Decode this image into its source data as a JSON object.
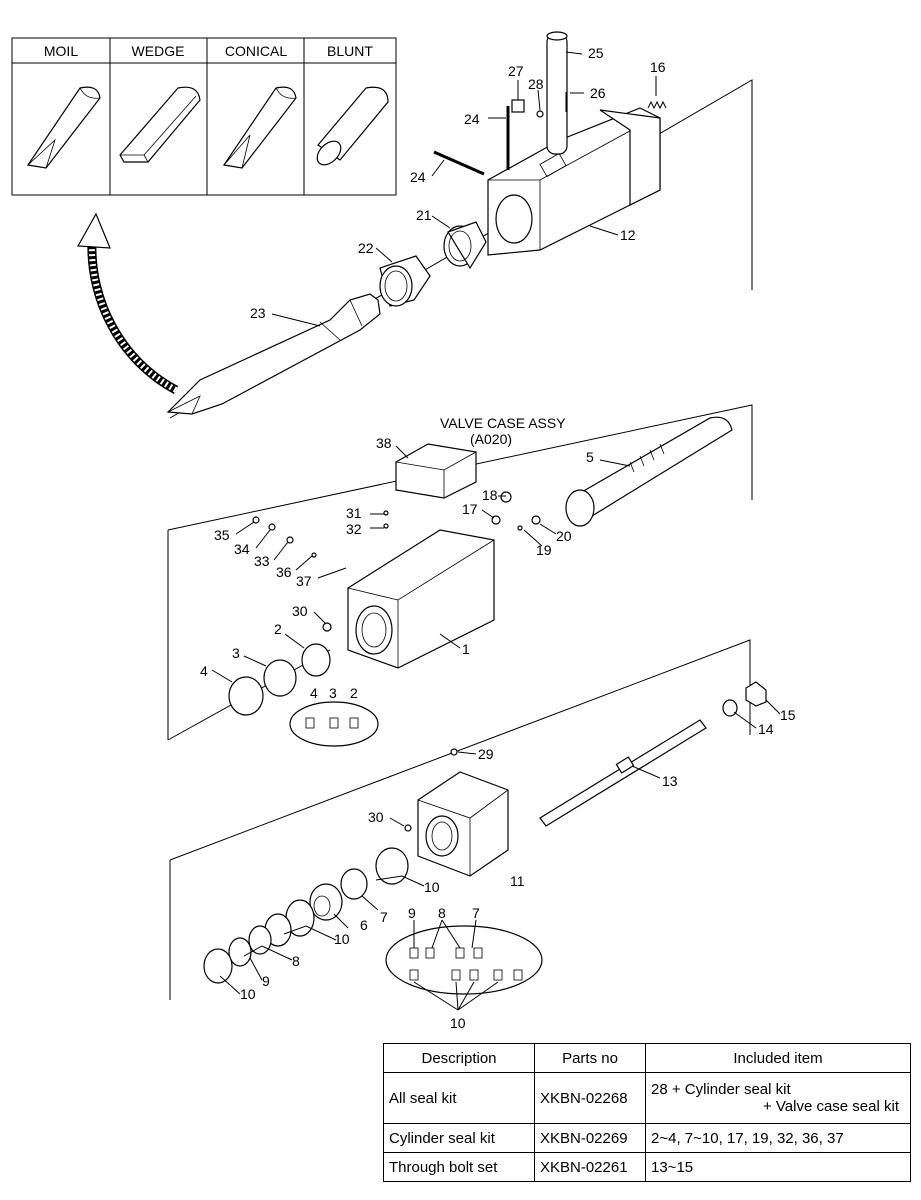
{
  "tools": {
    "headers": [
      "MOIL",
      "WEDGE",
      "CONICAL",
      "BLUNT"
    ]
  },
  "labels": {
    "valve_case_line1": "VALVE CASE ASSY",
    "valve_case_line2": "(A020)",
    "p1": "1",
    "p2": "2",
    "p3": "3",
    "p4": "4",
    "p5": "5",
    "p6": "6",
    "p7": "7",
    "p8": "8",
    "p9": "9",
    "p10": "10",
    "p11": "11",
    "p12": "12",
    "p13": "13",
    "p14": "14",
    "p15": "15",
    "p16": "16",
    "p17": "17",
    "p18": "18",
    "p19": "19",
    "p20": "20",
    "p21": "21",
    "p22": "22",
    "p23": "23",
    "p24": "24",
    "p25": "25",
    "p26": "26",
    "p27": "27",
    "p28": "28",
    "p29": "29",
    "p30": "30",
    "p31": "31",
    "p32": "32",
    "p33": "33",
    "p34": "34",
    "p35": "35",
    "p36": "36",
    "p37": "37",
    "p38": "38"
  },
  "table": {
    "headers": [
      "Description",
      "Parts no",
      "Included item"
    ],
    "rows": [
      {
        "description": "All seal kit",
        "parts_no": "XKBN-02268",
        "included_1": "28 + Cylinder seal kit",
        "included_2": "+ Valve case seal kit"
      },
      {
        "description": "Cylinder seal kit",
        "parts_no": "XKBN-02269",
        "included_1": "2~4, 7~10, 17, 19, 32, 36, 37",
        "included_2": ""
      },
      {
        "description": "Through bolt set",
        "parts_no": "XKBN-02261",
        "included_1": "13~15",
        "included_2": ""
      }
    ]
  }
}
